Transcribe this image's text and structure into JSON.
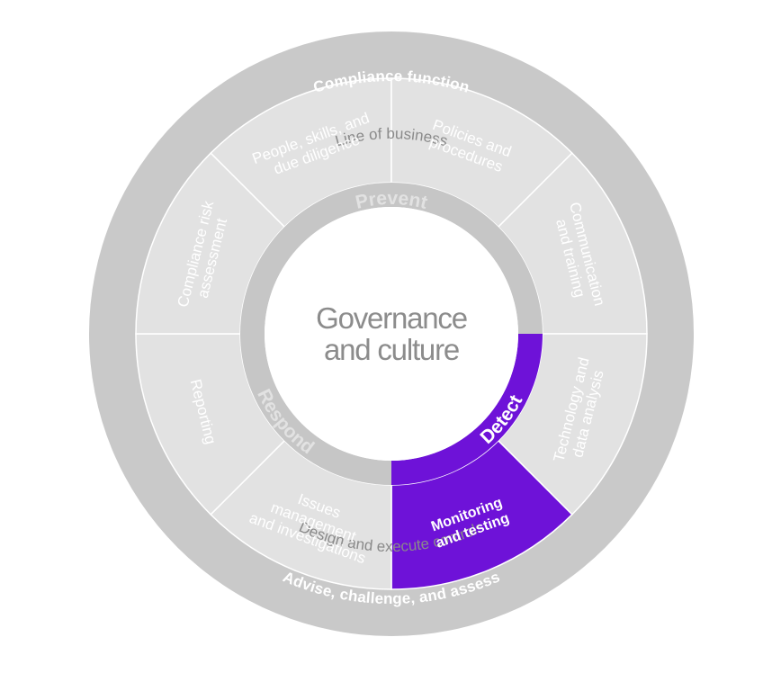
{
  "colors": {
    "outer_ring": "#c9c9c9",
    "segment": "#e2e2e2",
    "segment_line": "#ffffff",
    "phase_ring": "#c6c6c6",
    "accent": "#6e12d8",
    "text_muted": "#8a8a8a"
  },
  "outer_ring": {
    "top_label": "Compliance function",
    "bottom_label": "Advise, challenge, and assess"
  },
  "segments": [
    {
      "id": "people",
      "lines": [
        "People, skills, and",
        "due diligence"
      ],
      "active": false
    },
    {
      "id": "policies",
      "lines": [
        "Policies and",
        "procedures"
      ],
      "active": false
    },
    {
      "id": "communication",
      "lines": [
        "Communication",
        "and training"
      ],
      "active": false
    },
    {
      "id": "technology",
      "lines": [
        "Technology and",
        "data analysis"
      ],
      "active": false
    },
    {
      "id": "monitoring",
      "lines": [
        "Monitoring",
        "and testing"
      ],
      "active": true
    },
    {
      "id": "issues",
      "lines": [
        "Issues",
        "management",
        "and investigations"
      ],
      "active": false
    },
    {
      "id": "reporting",
      "lines": [
        "Reporting"
      ],
      "active": false
    },
    {
      "id": "risk",
      "lines": [
        "Compliance risk",
        "assessment"
      ],
      "active": false
    }
  ],
  "middle_ring": {
    "top_label": "Line of business",
    "bottom_label": "Design and execute controls"
  },
  "phases": [
    {
      "id": "prevent",
      "label": "Prevent",
      "active": false
    },
    {
      "id": "detect",
      "label": "Detect",
      "active": true
    },
    {
      "id": "respond",
      "label": "Respond",
      "active": false
    }
  ],
  "core": {
    "line1": "Governance",
    "line2": "and culture"
  }
}
